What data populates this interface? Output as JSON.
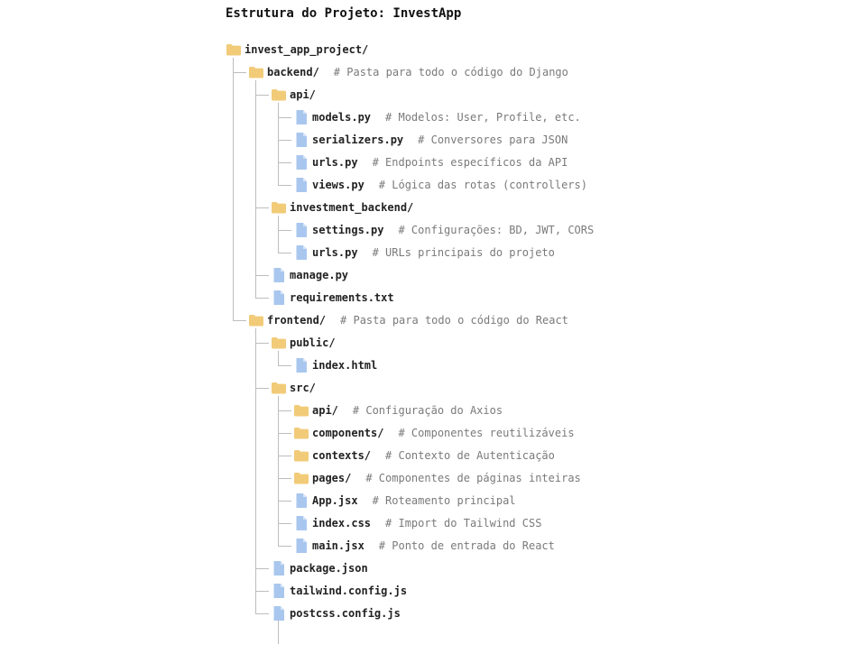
{
  "title": "Estrutura do Projeto: InvestApp",
  "colors": {
    "folder": "#f2cb79",
    "file": "#a9c7ee",
    "guide": "#bdbdbd",
    "comment": "#7a7a7a"
  },
  "tree": {
    "name": "invest_app_project/",
    "type": "folder",
    "children": [
      {
        "name": "backend/",
        "type": "folder",
        "comment": "# Pasta para todo o código do Django",
        "children": [
          {
            "name": "api/",
            "type": "folder",
            "children": [
              {
                "name": "models.py",
                "type": "file",
                "comment": "# Modelos: User, Profile, etc."
              },
              {
                "name": "serializers.py",
                "type": "file",
                "comment": "# Conversores para JSON"
              },
              {
                "name": "urls.py",
                "type": "file",
                "comment": "# Endpoints específicos da API"
              },
              {
                "name": "views.py",
                "type": "file",
                "comment": "# Lógica das rotas (controllers)"
              }
            ]
          },
          {
            "name": "investment_backend/",
            "type": "folder",
            "children": [
              {
                "name": "settings.py",
                "type": "file",
                "comment": "# Configurações: BD, JWT, CORS"
              },
              {
                "name": "urls.py",
                "type": "file",
                "comment": "# URLs principais do projeto"
              }
            ]
          },
          {
            "name": "manage.py",
            "type": "file"
          },
          {
            "name": "requirements.txt",
            "type": "file"
          }
        ]
      },
      {
        "name": "frontend/",
        "type": "folder",
        "comment": "# Pasta para todo o código do React",
        "children": [
          {
            "name": "public/",
            "type": "folder",
            "children": [
              {
                "name": "index.html",
                "type": "file"
              }
            ]
          },
          {
            "name": "src/",
            "type": "folder",
            "children": [
              {
                "name": "api/",
                "type": "folder",
                "comment": "# Configuração do Axios"
              },
              {
                "name": "components/",
                "type": "folder",
                "comment": "# Componentes reutilizáveis"
              },
              {
                "name": "contexts/",
                "type": "folder",
                "comment": "# Contexto de Autenticação"
              },
              {
                "name": "pages/",
                "type": "folder",
                "comment": "# Componentes de páginas inteiras"
              },
              {
                "name": "App.jsx",
                "type": "file",
                "comment": "# Roteamento principal"
              },
              {
                "name": "index.css",
                "type": "file",
                "comment": "# Import do Tailwind CSS"
              },
              {
                "name": "main.jsx",
                "type": "file",
                "comment": "# Ponto de entrada do React"
              }
            ]
          },
          {
            "name": "package.json",
            "type": "file"
          },
          {
            "name": "tailwind.config.js",
            "type": "file"
          },
          {
            "name": "postcss.config.js",
            "type": "file"
          }
        ]
      }
    ]
  }
}
